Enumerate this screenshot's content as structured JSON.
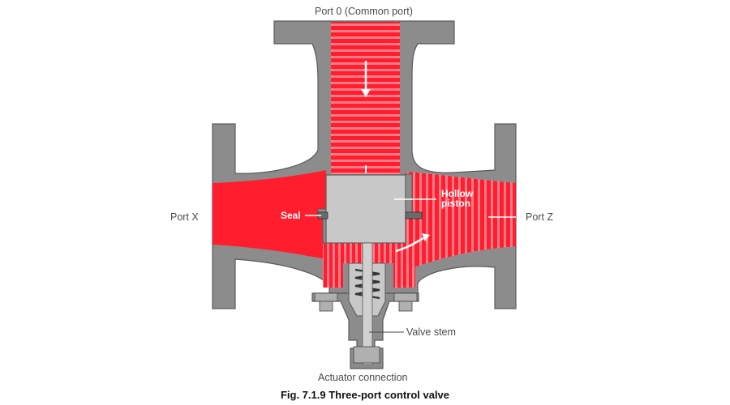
{
  "labels": {
    "port_0": "Port 0 (Common port)",
    "port_x": "Port X",
    "port_z": "Port Z",
    "seal": "Seal",
    "hollow_piston_line1": "Hollow",
    "hollow_piston_line2": "piston",
    "valve_stem": "Valve stem",
    "actuator_connection": "Actuator connection"
  },
  "caption": "Fig. 7.1.9 Three-port control valve",
  "colors": {
    "body_grey": "#8c8c8c",
    "outline": "#5a5a5a",
    "flow_red": "#ff1d2e",
    "flow_red_light": "#ff7c88",
    "piston_grey": "#c8c8c8",
    "arrow_white": "#ffffff"
  }
}
